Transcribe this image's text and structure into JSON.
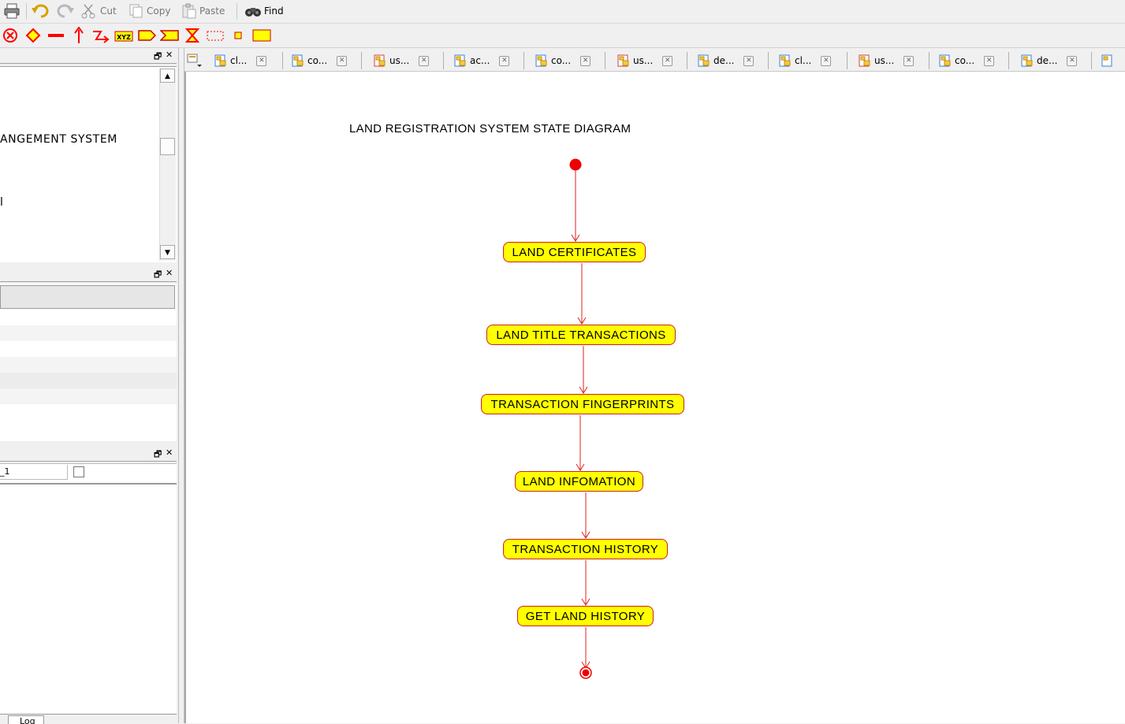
{
  "toolbar": {
    "cut_label": "Cut",
    "copy_label": "Copy",
    "paste_label": "Paste",
    "find_label": "Find"
  },
  "palette": {
    "icons": [
      "final-state-icon",
      "decision-icon",
      "fork-bar-icon",
      "transition-arrow-icon",
      "self-transition-icon",
      "note-icon",
      "send-signal-icon",
      "receive-signal-icon",
      "hourglass-icon",
      "region-icon",
      "small-state-icon",
      "state-icon"
    ],
    "color": "#ff0000",
    "fill": "#ffff00"
  },
  "left_panel": {
    "tree_text_1": "ANGEMENT SYSTEM",
    "tree_text_2": "l",
    "prop_text": "_1",
    "bottom_tab": "Log"
  },
  "tabs": [
    {
      "label": "cl...",
      "icon": "class-diagram-icon"
    },
    {
      "label": "co...",
      "icon": "component-diagram-icon"
    },
    {
      "label": "us...",
      "icon": "usecase-diagram-icon"
    },
    {
      "label": "ac...",
      "icon": "activity-diagram-icon"
    },
    {
      "label": "co...",
      "icon": "component-diagram-icon"
    },
    {
      "label": "us...",
      "icon": "usecase-diagram-icon"
    },
    {
      "label": "de...",
      "icon": "deployment-diagram-icon"
    },
    {
      "label": "cl...",
      "icon": "class-diagram-icon"
    },
    {
      "label": "us...",
      "icon": "usecase-diagram-icon"
    },
    {
      "label": "co...",
      "icon": "component-diagram-icon"
    },
    {
      "label": "de...",
      "icon": "deployment-diagram-icon"
    }
  ],
  "diagram": {
    "title": "LAND REGISTRATION SYSTEM STATE DIAGRAM",
    "states": [
      {
        "label": "LAND CERTIFICATES"
      },
      {
        "label": "LAND TITLE TRANSACTIONS"
      },
      {
        "label": "TRANSACTION FINGERPRINTS"
      },
      {
        "label": "LAND INFOMATION"
      },
      {
        "label": "TRANSACTION HISTORY"
      },
      {
        "label": "GET LAND HISTORY"
      }
    ],
    "colors": {
      "state_fill": "#ffff00",
      "line": "#e02020",
      "node": "#ee0000"
    }
  }
}
